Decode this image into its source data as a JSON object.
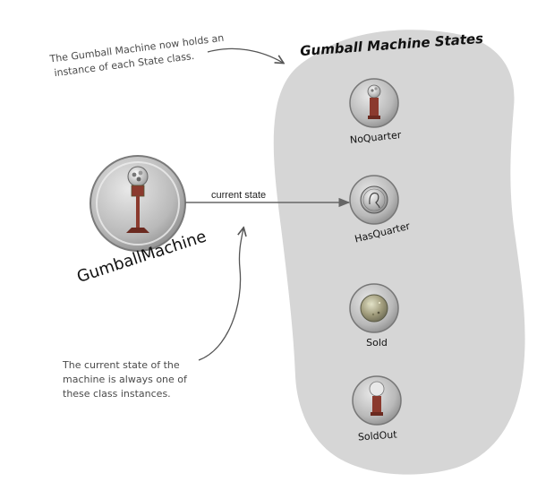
{
  "annotations": {
    "top_note": {
      "line1": "The Gumball Machine now holds an",
      "line2": "instance of each State class."
    },
    "bottom_note": {
      "line1": "The current state of the",
      "line2": "machine is always one of",
      "line3": "these class instances."
    }
  },
  "states_panel": {
    "title": "Gumball Machine States",
    "states": [
      {
        "label": "NoQuarter",
        "icon": "gumball-machine-icon"
      },
      {
        "label": "HasQuarter",
        "icon": "quarter-coin-icon"
      },
      {
        "label": "Sold",
        "icon": "gumball-icon"
      },
      {
        "label": "SoldOut",
        "icon": "empty-gumball-machine-icon"
      }
    ]
  },
  "context": {
    "label": "GumballMachine",
    "icon": "gumball-machine-icon"
  },
  "arrow": {
    "label": "current state"
  },
  "colors": {
    "blob": "#d6d6d6",
    "circle": "#bdbdbd",
    "line": "#666666",
    "machine_red": "#8b3a2e"
  }
}
